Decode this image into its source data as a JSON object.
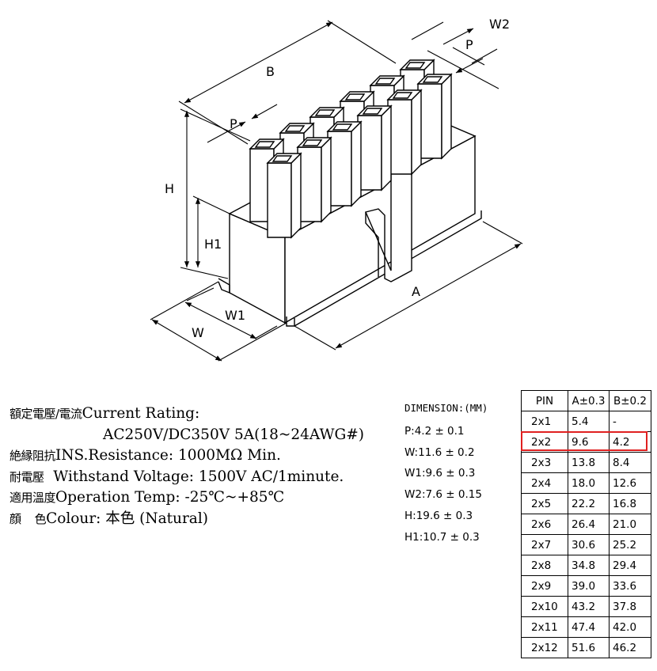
{
  "dimension_labels": {
    "B": "B",
    "P_top": "P",
    "W2": "W2",
    "P_left": "P",
    "H": "H",
    "H1": "H1",
    "W1": "W1",
    "W": "W",
    "A": "A"
  },
  "specs": {
    "current": {
      "cn": "額定電壓/電流",
      "en": "Current  Rating:",
      "value": "AC250V/DC350V  5A(18~24AWG#)"
    },
    "insulation": {
      "cn": "絶縁阻抗",
      "en": "INS.Resistance: 1000MΩ Min."
    },
    "withstand": {
      "cn": "耐電壓",
      "en": "Withstand  Voltage:  1500V  AC/1minute."
    },
    "temp": {
      "cn": "適用溫度",
      "en": "Operation  Temp: -25℃~+85℃"
    },
    "colour": {
      "cn": "顔    色",
      "en": "Colour: 本色 (Natural)"
    }
  },
  "dimensions": {
    "heading": "DIMENSION:(MM)",
    "items": [
      "P:4.2 ± 0.1",
      "W:11.6 ± 0.2",
      "W1:9.6 ± 0.3",
      "W2:7.6 ± 0.15",
      "H:19.6 ± 0.3",
      "H1:10.7 ± 0.3"
    ]
  },
  "pin_table": {
    "headers": [
      "PIN",
      "A±0.3",
      "B±0.2"
    ],
    "highlight_color": "#e02020",
    "highlighted_row": "2x2",
    "rows": [
      [
        "2x1",
        "5.4",
        "-"
      ],
      [
        "2x2",
        "9.6",
        "4.2"
      ],
      [
        "2x3",
        "13.8",
        "8.4"
      ],
      [
        "2x4",
        "18.0",
        "12.6"
      ],
      [
        "2x5",
        "22.2",
        "16.8"
      ],
      [
        "2x6",
        "26.4",
        "21.0"
      ],
      [
        "2x7",
        "30.6",
        "25.2"
      ],
      [
        "2x8",
        "34.8",
        "29.4"
      ],
      [
        "2x9",
        "39.0",
        "33.6"
      ],
      [
        "2x10",
        "43.2",
        "37.8"
      ],
      [
        "2x11",
        "47.4",
        "42.0"
      ],
      [
        "2x12",
        "51.6",
        "46.2"
      ]
    ]
  }
}
